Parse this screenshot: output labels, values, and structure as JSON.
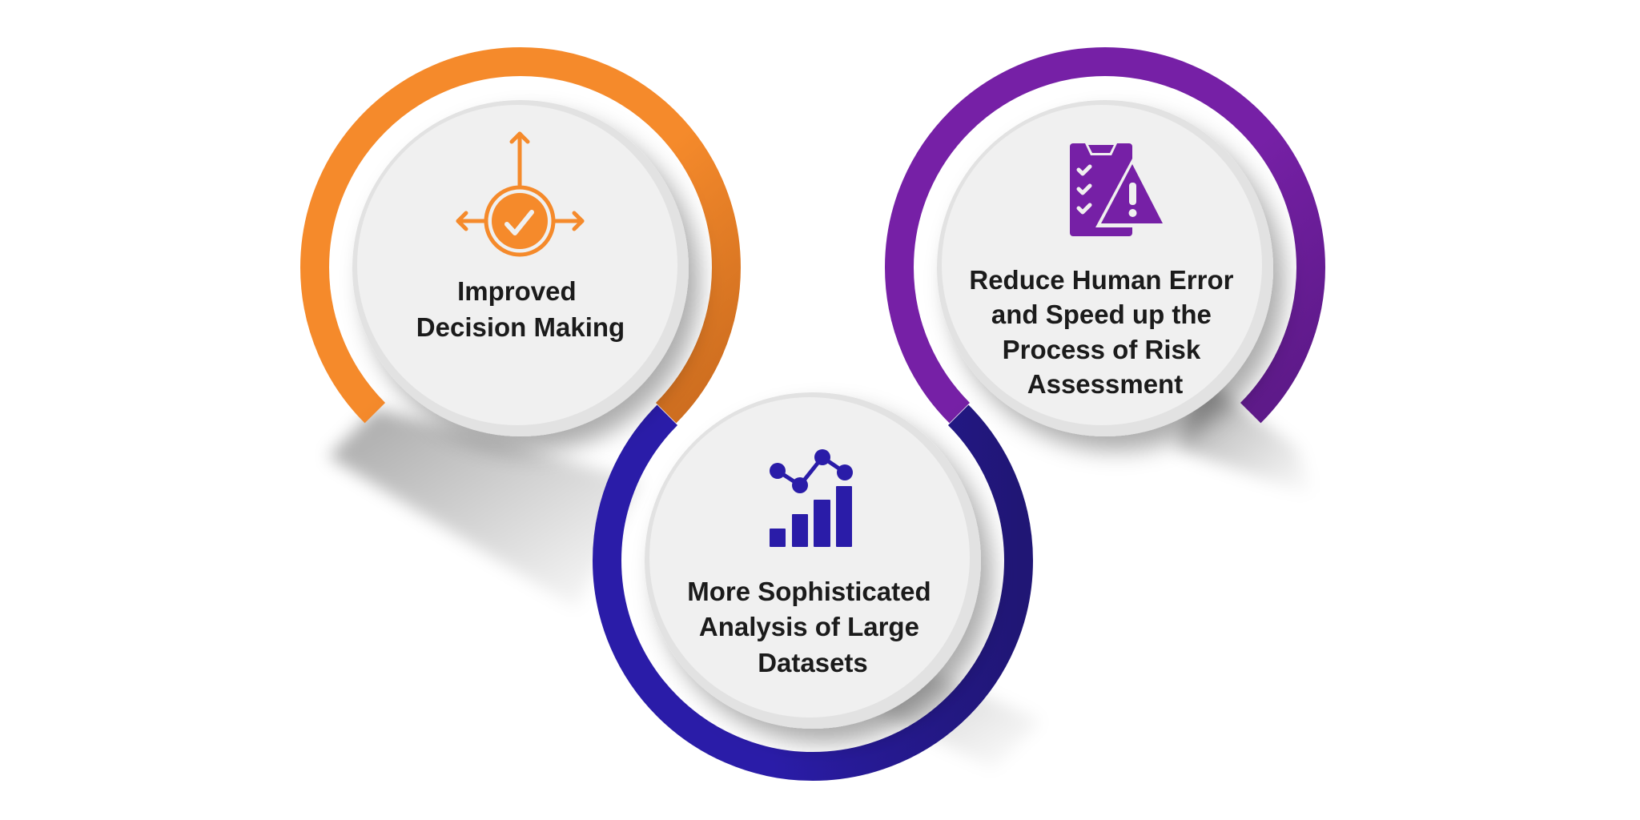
{
  "items": [
    {
      "id": "decision",
      "icon": "decision-arrows-check-icon",
      "color": "#F58A2B",
      "shade": "#C96A1E",
      "lines": [
        "Improved",
        "Decision Making"
      ]
    },
    {
      "id": "risk",
      "icon": "clipboard-warning-icon",
      "color": "#7620A6",
      "shade": "#5A1985",
      "lines": [
        "Reduce Human Error",
        "and Speed up the",
        "Process of Risk",
        "Assessment"
      ]
    },
    {
      "id": "analysis",
      "icon": "chart-analytics-icon",
      "color": "#2A1CA8",
      "shade": "#201675",
      "lines": [
        "More Sophisticated",
        "Analysis of Large",
        "Datasets"
      ]
    }
  ]
}
